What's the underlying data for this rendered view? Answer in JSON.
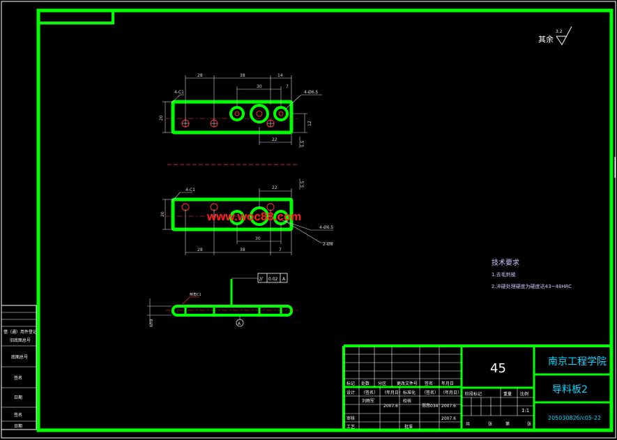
{
  "colors": {
    "frame": "#00ff00",
    "line": "#ffffff",
    "dim": "#d8d8d8",
    "hole": "#ff3030",
    "watermark": "#ff2020",
    "cyan": "#00d8ff",
    "note": "#c8c8ff"
  },
  "roughness": {
    "label": "其余",
    "value": "3.2"
  },
  "top_view": {
    "dims": [
      "28",
      "38",
      "14",
      "30",
      "7",
      "22",
      "4-Ø6.5",
      "20",
      "12",
      "5.5",
      "4-C1"
    ]
  },
  "bottom_view": {
    "dims": [
      "22",
      "5.5",
      "4-C1",
      "4-Ø6.5",
      "2-Ø8",
      "28",
      "30",
      "38",
      "7",
      "20"
    ],
    "watermark": "www.woc88.com"
  },
  "side_view": {
    "tolerance_symbol": "//",
    "tolerance_value": "0.02",
    "datum_ref": "A",
    "datum_label": "A",
    "leader_label": "倒角C1",
    "thickness": "6h9"
  },
  "notes": {
    "title": "技术要求",
    "items": [
      "1.去毛刺棱",
      "2.淬硬处理硬度为硬度达43~48HRC"
    ]
  },
  "left_strip": [
    "借（通）用件登记",
    "旧底图总号",
    "底图总号",
    "签名",
    "日期",
    "签名",
    "日期"
  ],
  "title_block": {
    "material": "45",
    "school": "南京工程学院",
    "part_name": "导料板2",
    "drawing_no": "20503082б/с05-22",
    "header_row": [
      "标记",
      "处数",
      "分区",
      "更改文件号",
      "签名",
      "年月日"
    ],
    "row_design": [
      "设计",
      "（签名）",
      "（年月日）",
      "标准化",
      "（签名）",
      "（年月日）"
    ],
    "designer": "刘雨军",
    "design_date": "2007.6",
    "proofread": "校核",
    "proofread_name": "郑昂034",
    "proofread_date": "2007.6",
    "row_review": [
      "审核",
      "工艺",
      "批准"
    ],
    "approve_date": "2007.6",
    "stage_headers": [
      "阶段标记",
      "重量",
      "比例"
    ],
    "scale": "1:1",
    "sheet_row": [
      "共",
      "张",
      "第",
      "张"
    ]
  }
}
